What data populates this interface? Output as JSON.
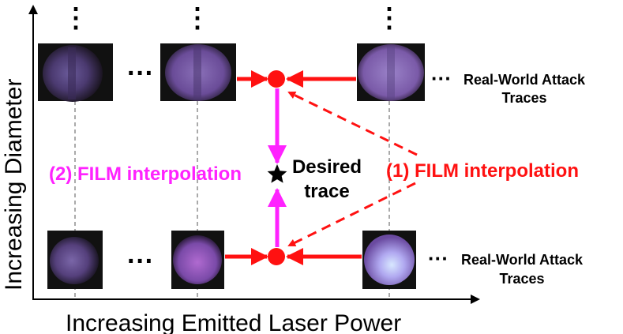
{
  "axes": {
    "x_label": "Increasing Emitted Laser Power",
    "y_label": "Increasing Diameter"
  },
  "labels": {
    "real_world_top_line1": "Real-World Attack",
    "real_world_top_line2": "Traces",
    "real_world_bottom_line1": "Real-World Attack",
    "real_world_bottom_line2": "Traces",
    "film_1": "(1) FILM interpolation",
    "film_2": "(2) FILM interpolation",
    "desired_line1": "Desired",
    "desired_line2": "trace",
    "ellipsis_horizontal": "···",
    "ellipsis_vertical": "⋮"
  },
  "colors": {
    "red": "#ff1111",
    "magenta": "#ff22ff",
    "gray_dashed": "#aaaaaa",
    "trace_background": "#111111",
    "trace_purple": "#7a5aa8",
    "trace_light": "#b8c8ff"
  },
  "icons": {
    "star": "black-star",
    "point": "red-dot"
  }
}
